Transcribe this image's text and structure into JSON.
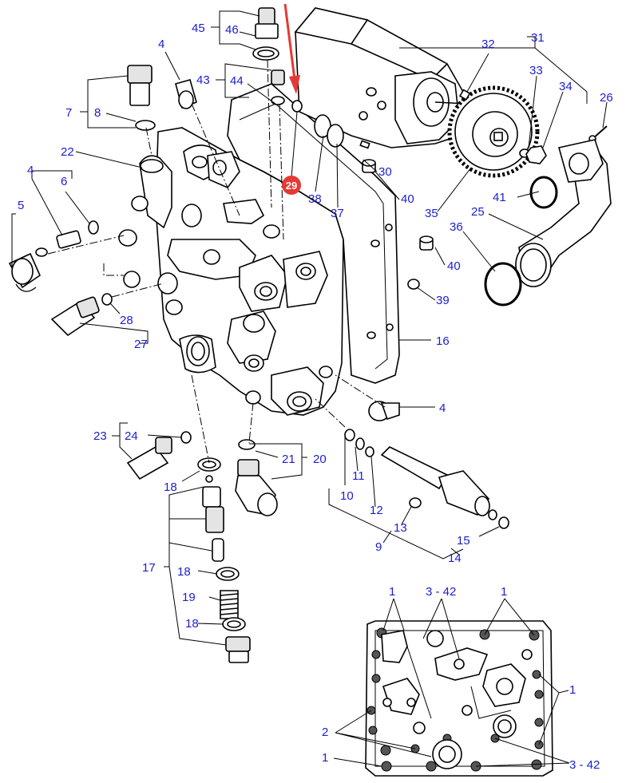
{
  "diagram": {
    "highlight": {
      "label": "29",
      "color": "#e53935",
      "arrow_color": "#e53935"
    },
    "label_color": "#1b1ed1",
    "labels": {
      "l45": "45",
      "l46": "46",
      "l4a": "4",
      "l43": "43",
      "l44": "44",
      "l7": "7",
      "l8": "8",
      "l22": "22",
      "l4b": "4",
      "l6": "6",
      "l5": "5",
      "l28": "28",
      "l27": "27",
      "l31": "31",
      "l32": "32",
      "l33": "33",
      "l34": "34",
      "l26": "26",
      "l30": "30",
      "l40a": "40",
      "l38": "38",
      "l37": "37",
      "l35": "35",
      "l41": "41",
      "l25": "25",
      "l36": "36",
      "l40b": "40",
      "l39": "39",
      "l16": "16",
      "l4c": "4",
      "l23": "23",
      "l24": "24",
      "l21": "21",
      "l20": "20",
      "l18a": "18",
      "l11": "11",
      "l10": "10",
      "l12": "12",
      "l13": "13",
      "l15": "15",
      "l9": "9",
      "l14": "14",
      "l17": "17",
      "l18b": "18",
      "l19": "19",
      "l18c": "18"
    },
    "inset_labels": {
      "i1a": "1",
      "i342a": "3 - 42",
      "i1b": "1",
      "i1c": "1",
      "i2": "2",
      "i1d": "1",
      "i342b": "3 - 42"
    }
  }
}
